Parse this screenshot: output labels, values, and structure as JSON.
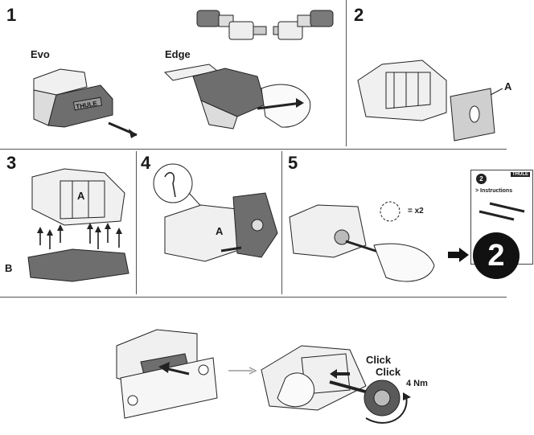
{
  "steps": {
    "s1": "1",
    "s2": "2",
    "s3": "3",
    "s4": "4",
    "s5": "5"
  },
  "labels": {
    "evo": "Evo",
    "edge": "Edge",
    "brand": "THULE",
    "callout_a_step2": "A",
    "callout_a_step3": "A",
    "callout_a_step4": "A",
    "callout_b": "B",
    "times_two": "= x2",
    "click1": "Click",
    "click2": "Click",
    "torque": "4 Nm"
  },
  "reference_card": {
    "number": "2",
    "title": "> Instructions",
    "brand": "THULE",
    "big_number": "2"
  },
  "colors": {
    "ink": "#1a1a1a",
    "part_fill": "#e8e8e8",
    "part_dark": "#6e6e6e",
    "arrow": "#222222",
    "divider": "#555555"
  }
}
